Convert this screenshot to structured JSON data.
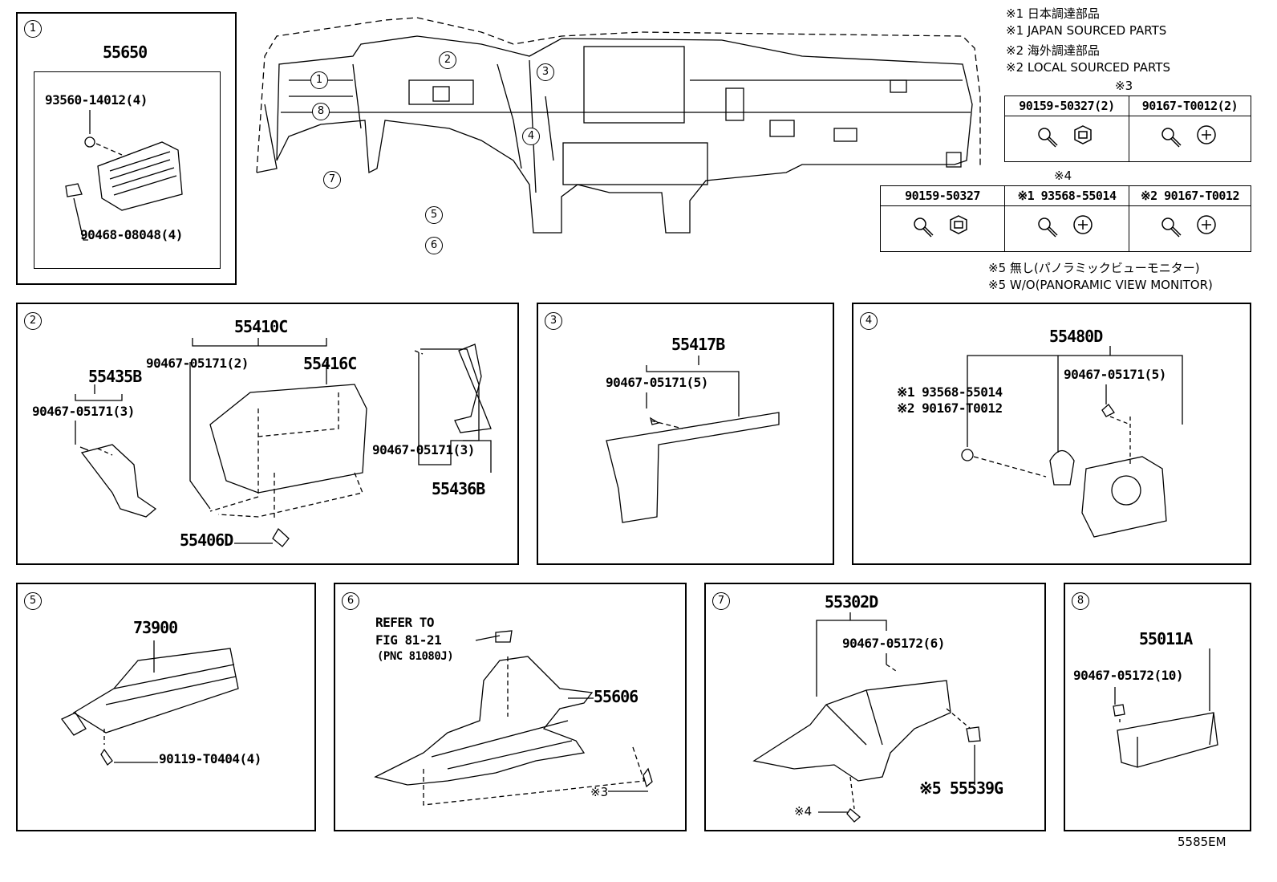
{
  "notes": {
    "n1_jp": "※1 日本調達部品",
    "n1_en": "※1 JAPAN SOURCED PARTS",
    "n2_jp": "※2 海外調達部品",
    "n2_en": "※2 LOCAL SOURCED PARTS",
    "n5_jp": "※5 無し(パノラミックビューモニター)",
    "n5_en": "※5 W/O(PANORAMIC VIEW MONITOR)"
  },
  "tables": {
    "t3": {
      "mark": "※3",
      "h1": "90159-50327(2)",
      "h2": "90167-T0012(2)"
    },
    "t4": {
      "mark": "※4",
      "h1": "90159-50327",
      "h2": "※1 93568-55014",
      "h3": "※2 90167-T0012"
    }
  },
  "overview": {
    "c1": "1",
    "c2": "2",
    "c3": "3",
    "c4": "4",
    "c5": "5",
    "c6": "6",
    "c7": "7",
    "c8": "8"
  },
  "panels": {
    "p1": {
      "num": "1",
      "main": "55650",
      "a": "93560-14012(4)",
      "b": "90468-08048(4)"
    },
    "p2": {
      "num": "2",
      "a": "55410C",
      "b": "90467-05171(2)",
      "c": "55416C",
      "d": "55435B",
      "e": "90467-05171(3)",
      "f": "90467-05171(3)",
      "g": "55436B",
      "h": "55406D"
    },
    "p3": {
      "num": "3",
      "a": "55417B",
      "b": "90467-05171(5)"
    },
    "p4": {
      "num": "4",
      "a": "55480D",
      "b": "90467-05171(5)",
      "c": "※1 93568-55014",
      "d": "※2 90167-T0012"
    },
    "p5": {
      "num": "5",
      "a": "73900",
      "b": "90119-T0404(4)"
    },
    "p6": {
      "num": "6",
      "a": "REFER TO",
      "b": "FIG 81-21",
      "c": "(PNC 81080J)",
      "d": "55606",
      "e": "※3"
    },
    "p7": {
      "num": "7",
      "a": "55302D",
      "b": "90467-05172(6)",
      "c": "※5 55539G",
      "d": "※4"
    },
    "p8": {
      "num": "8",
      "a": "55011A",
      "b": "90467-05172(10)"
    }
  },
  "footer_code": "5585EM"
}
